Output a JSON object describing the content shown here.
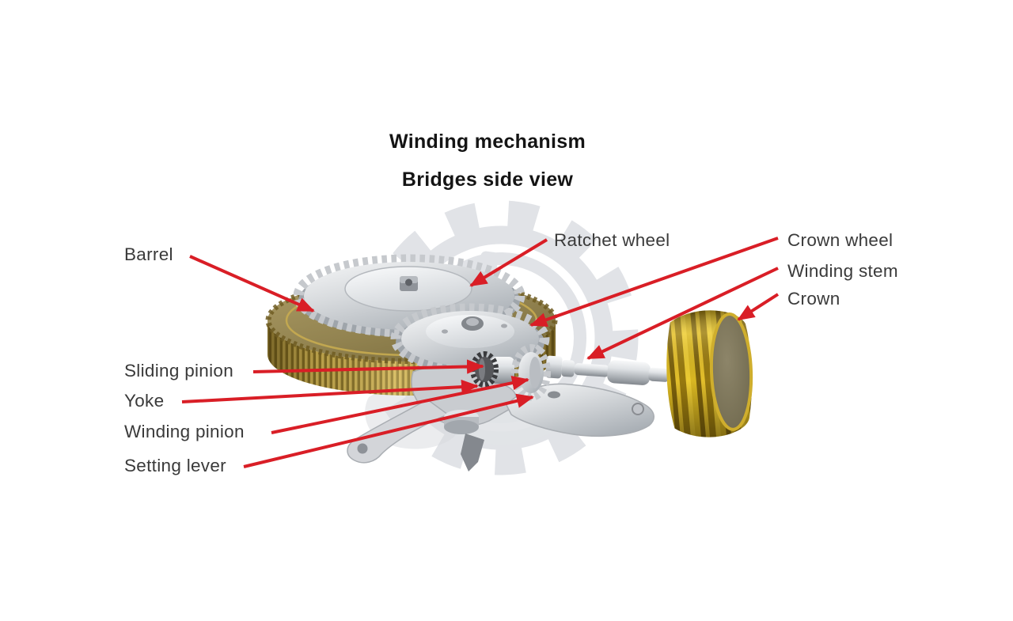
{
  "title": {
    "line1": "Winding mechanism",
    "line2": "Bridges side view"
  },
  "labels": [
    {
      "id": "barrel",
      "text": "Barrel"
    },
    {
      "id": "ratchet-wheel",
      "text": "Ratchet wheel"
    },
    {
      "id": "crown-wheel",
      "text": "Crown wheel"
    },
    {
      "id": "winding-stem",
      "text": "Winding stem"
    },
    {
      "id": "crown",
      "text": "Crown"
    },
    {
      "id": "sliding-pinion",
      "text": "Sliding pinion"
    },
    {
      "id": "yoke",
      "text": "Yoke"
    },
    {
      "id": "winding-pinion",
      "text": "Winding pinion"
    },
    {
      "id": "setting-lever",
      "text": "Setting lever"
    }
  ],
  "colors": {
    "background": "#ffffff",
    "annotation_red": "#d91e26",
    "title_text": "#141414",
    "label_text": "#3a3a3a",
    "watermark_gray": "#e1e3e7",
    "barrel_gold": "#b0974a",
    "barrel_top": "#948552",
    "crown_gold": "#d4a917",
    "steel_light": "#f2f3f5",
    "steel_dark": "#9aa0a6"
  }
}
